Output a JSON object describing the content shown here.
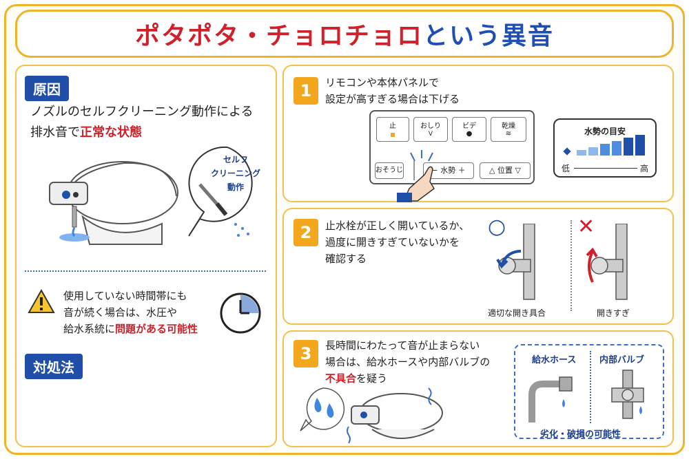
{
  "title": {
    "red": "ポタポタ・チョロチョロ",
    "blue": "という異音"
  },
  "left": {
    "cause_tag": "原因",
    "cause_line1": "ノズルのセルフクリーニング動作による",
    "cause_line2_prefix": "排水音で",
    "cause_line2_red": "正常な状態",
    "bubble": [
      "セルフ",
      "クリーニング",
      "動作"
    ],
    "warn_line1": "使用していない時間帯にも",
    "warn_line2": "音が続く場合は、水圧や",
    "warn_line3_prefix": "給水系統に",
    "warn_line3_red": "問題がある可能性",
    "remedy_tag": "対処法"
  },
  "steps": [
    {
      "num": "1",
      "lines": [
        "リモコンや本体パネルで",
        "設定が高すぎる場合は下げる"
      ]
    },
    {
      "num": "2",
      "lines": [
        "止水栓が正しく開いているか、",
        "過度に開きすぎていないかを",
        "確認する"
      ]
    },
    {
      "num": "3",
      "lines": [
        "長時間にわたって音が止まらない",
        "場合は、給水ホースや内部バルブの"
      ],
      "red": "不具合",
      "tail": "を疑う"
    }
  ],
  "remote": {
    "stop": "止",
    "oshiri": "おしり",
    "bidet": "ビデ",
    "dry": "乾燥",
    "osouji": "おそうじ",
    "water_minus": "−",
    "water_label": "水勢",
    "water_plus": "＋",
    "pos_left": "△",
    "pos_label": "位置",
    "pos_right": "▽"
  },
  "gauge": {
    "title": "水勢の目安",
    "low": "低",
    "high": "高",
    "levels": 6,
    "current_level": 1
  },
  "valve": {
    "ok_mark": "○",
    "ng_mark": "✕",
    "ok_caption": "適切な開き具合",
    "ng_caption": "開きすぎ"
  },
  "parts": {
    "hose": "給水ホース",
    "valve": "内部バルブ",
    "caption": "劣化・破損の可能性"
  },
  "colors": {
    "accent": "#f0b429",
    "blue": "#1f4fa8",
    "red": "#d0202a",
    "step": "#f3a71c"
  }
}
